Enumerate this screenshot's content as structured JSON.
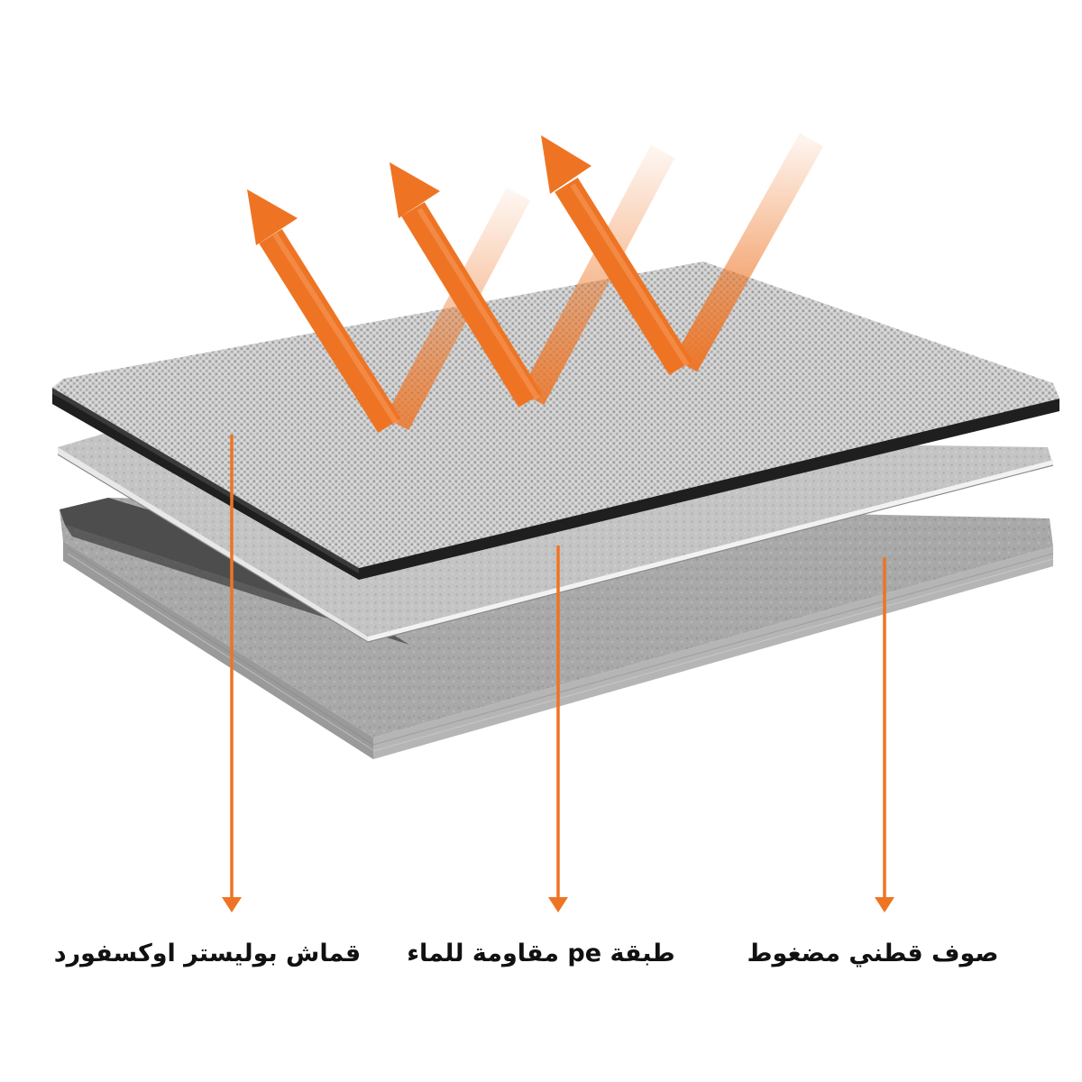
{
  "colors": {
    "accent": "#ee7424",
    "label_text": "#111111"
  },
  "layers": [
    {
      "label": "قماش بوليستر اوكسفورد"
    },
    {
      "label": "طبقة pe مقاومة للماء"
    },
    {
      "label": "صوف قطني مضغوط"
    }
  ]
}
